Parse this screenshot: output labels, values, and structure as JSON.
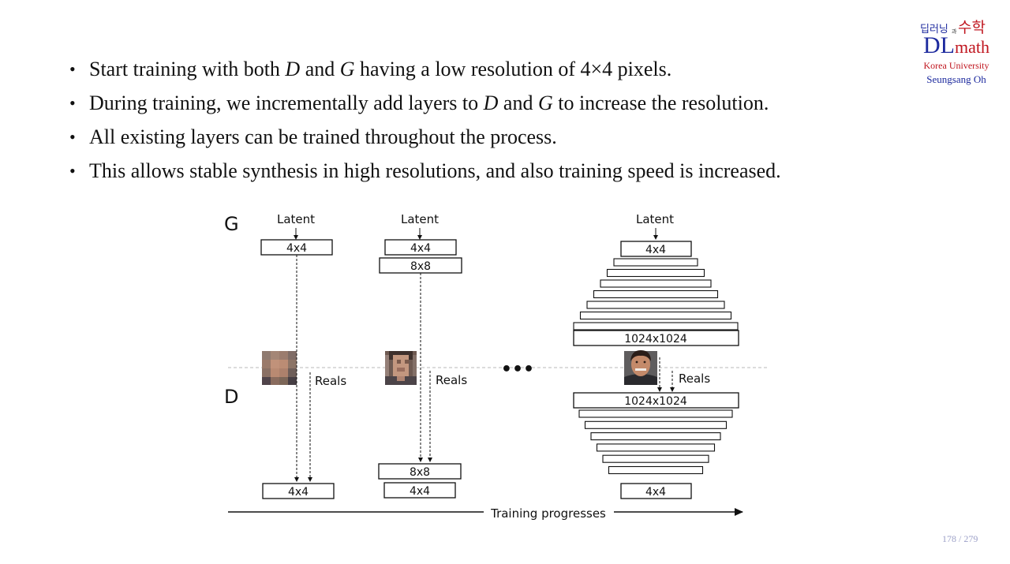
{
  "bullets": [
    {
      "parts": [
        {
          "t": "Start training with both "
        },
        {
          "t": "D",
          "i": true
        },
        {
          "t": " and "
        },
        {
          "t": "G",
          "i": true
        },
        {
          "t": " having a low resolution of 4×4 pixels."
        }
      ]
    },
    {
      "parts": [
        {
          "t": "During training, we incrementally add layers to "
        },
        {
          "t": "D",
          "i": true
        },
        {
          "t": " and "
        },
        {
          "t": "G",
          "i": true
        },
        {
          "t": " to increase the resolution."
        }
      ]
    },
    {
      "parts": [
        {
          "t": "All existing layers can be trained throughout the process."
        }
      ]
    },
    {
      "parts": [
        {
          "t": "This allows stable synthesis in high resolutions, and also training speed is increased."
        }
      ]
    }
  ],
  "logo": {
    "korean_left": "딥러닝",
    "korean_small": "과",
    "korean_right": "수학",
    "dl": "DL",
    "math": "math",
    "university": "Korea University",
    "author": "Seungsang Oh"
  },
  "diagram": {
    "g_label": "G",
    "d_label": "D",
    "latent": "Latent",
    "reals": "Reals",
    "ellipsis": "•••",
    "progress_label": "Training progresses",
    "stage1": {
      "g_layers": [
        "4x4"
      ],
      "d_layers": [
        "4x4"
      ]
    },
    "stage2": {
      "g_layers": [
        "4x4",
        "8x8"
      ],
      "d_layers": [
        "8x8",
        "4x4"
      ]
    },
    "stage3": {
      "g_top": "4x4",
      "g_bottom": "1024x1024",
      "d_top": "1024x1024",
      "d_bottom": "4x4"
    }
  },
  "page": {
    "current": "178",
    "separator": "/",
    "total": "279"
  }
}
